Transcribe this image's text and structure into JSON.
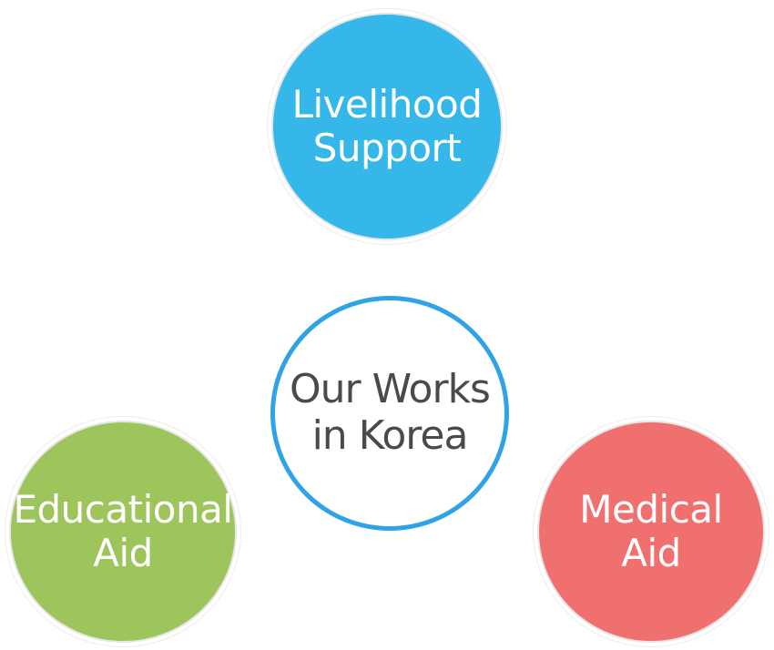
{
  "diagram": {
    "center": {
      "lines": [
        "Our Works",
        "in Korea"
      ]
    },
    "top": {
      "lines": [
        "Livelihood",
        "Support"
      ],
      "color": "#35b7ea"
    },
    "left": {
      "lines": [
        "Educational",
        "Aid"
      ],
      "color": "#9dc55b"
    },
    "right": {
      "lines": [
        "Medical",
        "Aid"
      ],
      "color": "#f07070"
    },
    "ring_color": "#2fa3e6",
    "arrow_color": "#e3e3e3"
  }
}
